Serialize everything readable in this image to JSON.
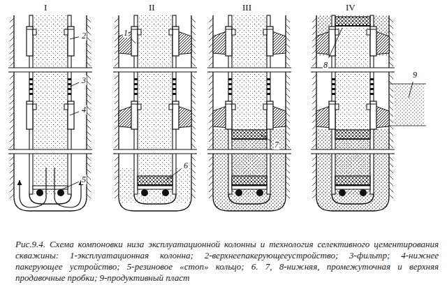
{
  "diagram": {
    "caption": "Рис.9.4. Схема компоновки низа эксплуатационной колонны и технология селективного цементирования скважины: 1-эксплуатационная колонна; 2-верхнеепакерующееустройство; 3-фильтр; 4-нижнее пакерующее устройство; 5-резиновое «стоп» кольцо; 6. 7, 8-нижняя, промежуточная и верхняя продавочные пробки; 9-продуктивный пласт",
    "labels": [
      "I",
      "II",
      "III",
      "IV",
      "1",
      "2",
      "3",
      "4",
      "5",
      "6",
      "7",
      "8",
      "9"
    ]
  }
}
